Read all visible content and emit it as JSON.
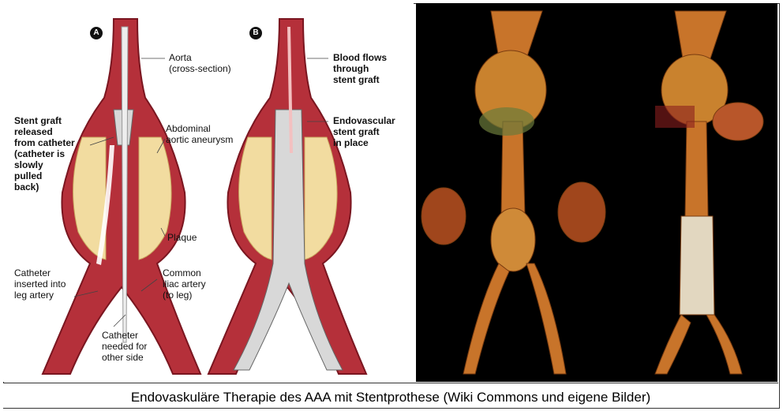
{
  "panel_a": {
    "badge": "A",
    "labels": {
      "aorta": "Aorta\n(cross-section)",
      "stent_released": "Stent graft\nreleased\nfrom catheter\n(catheter is\nslowly\npulled\nback)",
      "aneurysm": "Abdominal\naortic aneurysm",
      "plaque": "Plaque",
      "catheter_inserted": "Catheter\ninserted into\nleg artery",
      "iliac": "Common\niliac artery\n(to leg)",
      "catheter_other": "Catheter\nneeded for\nother side"
    }
  },
  "panel_b": {
    "badge": "B",
    "labels": {
      "blood_flows": "Blood flows\nthrough\nstent graft",
      "stent_in_place": "Endovascular\nstent graft\nin place"
    }
  },
  "caption": "Endovaskuläre Therapie des AAA mit Stentprothese (Wiki Commons und eigene Bilder)",
  "colors": {
    "vessel": "#b5303a",
    "vessel_dark": "#7a1620",
    "plaque": "#f2dca0",
    "stent": "#d8d8d8",
    "ct_vessel": "#c8742a"
  }
}
